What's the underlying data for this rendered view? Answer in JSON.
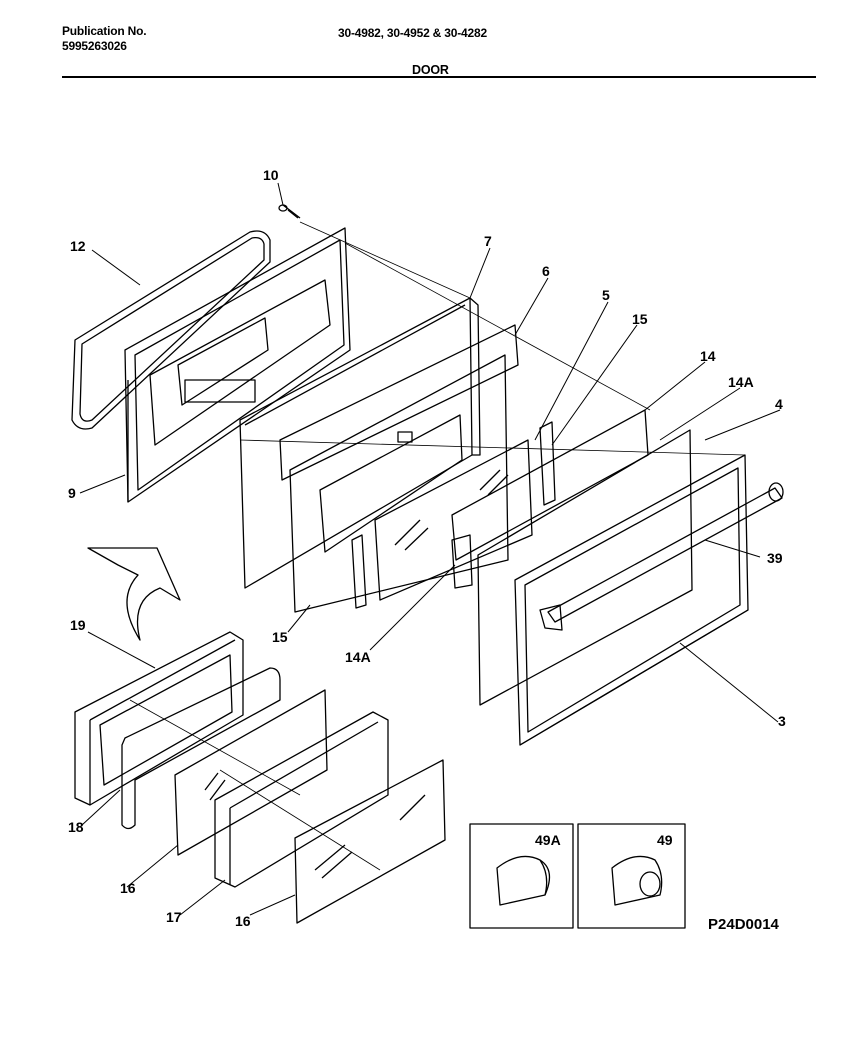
{
  "header": {
    "publication_label": "Publication No.",
    "publication_number": "5995263026",
    "models": "30-4982, 30-4952 & 30-4282",
    "section_title": "DOOR"
  },
  "callouts": {
    "c10": "10",
    "c12": "12",
    "c7": "7",
    "c6": "6",
    "c5": "5",
    "c15a": "15",
    "c14": "14",
    "c14a_right": "14A",
    "c4": "4",
    "c9": "9",
    "c39": "39",
    "c15b": "15",
    "c14a_mid": "14A",
    "c19": "19",
    "c3": "3",
    "c18": "18",
    "c16a": "16",
    "c17": "17",
    "c16b": "16",
    "c49a": "49A",
    "c49": "49"
  },
  "drawing_code": "P24D0014"
}
